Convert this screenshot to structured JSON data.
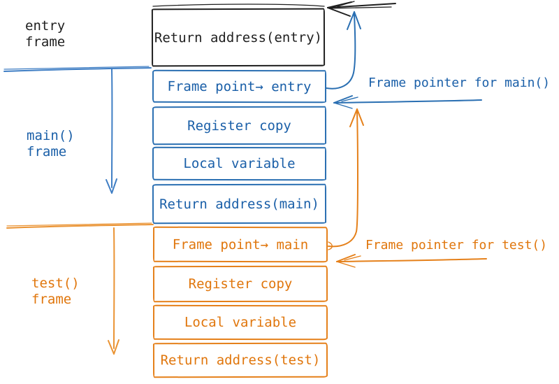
{
  "colors": {
    "blue": "#1e6ab1",
    "orange": "#e5801a",
    "black": "#1f1f1f",
    "background": "#ffffff"
  },
  "side_labels": {
    "entry": "entry\nframe",
    "main": "main()\nframe",
    "test": "test()\nframe"
  },
  "stack_boxes": [
    {
      "label": "Return address(entry)",
      "color": "black"
    },
    {
      "label": "Frame point→ entry",
      "color": "blue"
    },
    {
      "label": "Register copy",
      "color": "blue"
    },
    {
      "label": "Local variable",
      "color": "blue"
    },
    {
      "label": "Return address(main)",
      "color": "blue"
    },
    {
      "label": "Frame point→ main",
      "color": "orange"
    },
    {
      "label": "Register copy",
      "color": "orange"
    },
    {
      "label": "Local variable",
      "color": "orange"
    },
    {
      "label": "Return address(test)",
      "color": "orange"
    }
  ],
  "annotations": {
    "frame_pointer_main": "Frame pointer for main()",
    "frame_pointer_test": "Frame pointer for test()"
  },
  "arrows": [
    {
      "name": "return-entry-arrow",
      "color": "black",
      "direction": "left",
      "points_to": "top of Return address(entry) box"
    },
    {
      "name": "entry-frame-pointer-up-arrow",
      "color": "blue",
      "direction": "up",
      "from": "Frame point→ entry box"
    },
    {
      "name": "frame-pointer-main-arrow",
      "color": "blue",
      "direction": "left",
      "points_to": "below Frame point→ entry box"
    },
    {
      "name": "main-frame-extent-arrow",
      "color": "blue",
      "direction": "down"
    },
    {
      "name": "main-frame-pointer-up-arrow",
      "color": "orange",
      "direction": "up",
      "from": "Frame point→ main box"
    },
    {
      "name": "frame-pointer-test-arrow",
      "color": "orange",
      "direction": "left",
      "points_to": "below Frame point→ main box"
    },
    {
      "name": "test-frame-extent-arrow",
      "color": "orange",
      "direction": "down"
    }
  ]
}
